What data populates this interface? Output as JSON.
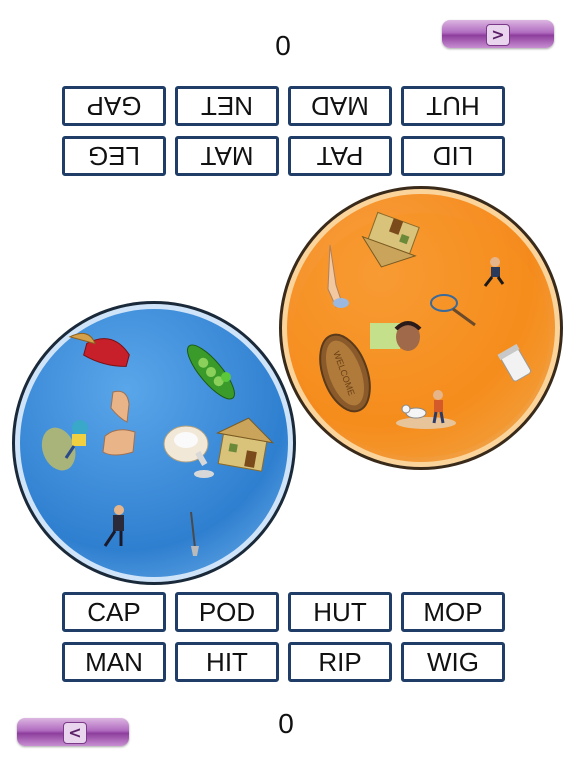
{
  "scores": {
    "top": "0",
    "bottom": "0"
  },
  "nav": {
    "next_label": ">",
    "prev_label": "<"
  },
  "top_words": [
    "LID",
    "PAT",
    "MAT",
    "LEG",
    "HUT",
    "MAD",
    "NET",
    "GAP"
  ],
  "bottom_words": [
    "CAP",
    "POD",
    "HUT",
    "MOP",
    "MAN",
    "HIT",
    "RIP",
    "WIG"
  ],
  "orange_plate": {
    "color": "#f7931e",
    "items": [
      "hut-icon",
      "man-icon",
      "leg-icon",
      "net-icon",
      "wig-icon",
      "mat-icon",
      "lid-icon",
      "pat-icon"
    ],
    "mat_text": "WELCOME"
  },
  "blue_plate": {
    "color": "#2f7fd0",
    "items": [
      "cap-icon",
      "pod-icon",
      "gap-icon",
      "pat-hand-icon",
      "mop-icon",
      "hut-icon",
      "mad-icon",
      "net-icon"
    ]
  }
}
